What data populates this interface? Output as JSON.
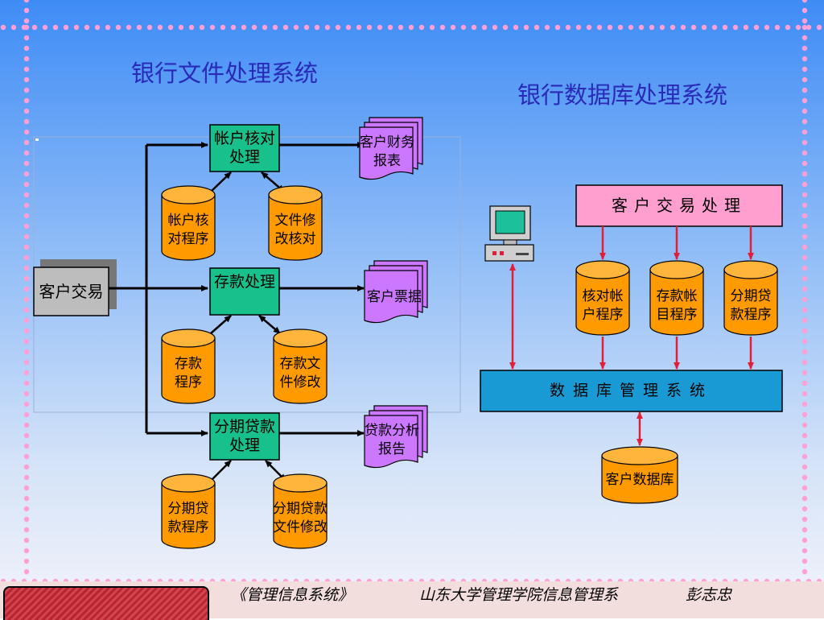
{
  "titles": {
    "left": "银行文件处理系统",
    "right": "银行数据库处理系统"
  },
  "file_system": {
    "customer_trade": "客户交易",
    "processes": [
      {
        "name": "帐户核对\n处理"
      },
      {
        "name": "存款处理"
      },
      {
        "name": "分期贷款\n处理"
      }
    ],
    "programs": [
      {
        "name": "帐户核\n对程序"
      },
      {
        "name": "文件修\n改核对"
      },
      {
        "name": "存款\n程序"
      },
      {
        "name": "存款文\n件修改"
      },
      {
        "name": "分期贷\n款程序"
      },
      {
        "name": "分期贷款\n文件修改"
      }
    ],
    "reports": [
      {
        "name": "客户财务\n报表"
      },
      {
        "name": "客户票据"
      },
      {
        "name": "贷款分析\n报告"
      }
    ]
  },
  "db_system": {
    "trade_process": "客户交易处理",
    "programs": [
      {
        "name": "核对帐\n户程序"
      },
      {
        "name": "存款帐\n目程序"
      },
      {
        "name": "分期贷\n款程序"
      }
    ],
    "dbms": "数据库管理系统",
    "database": "客户数据库"
  },
  "footer": {
    "course": "《管理信息系统》",
    "institution": "山东大学管理学院信息管理系",
    "author": "彭志忠"
  },
  "colors": {
    "process_box": "#18c08c",
    "cylinder": "#ff9a00",
    "report": "#cc77ff",
    "trade_box": "#ff9fd0",
    "dbms_box": "#1a9ad4",
    "arrow_red": "#e0203a",
    "title": "#2a2ab8"
  }
}
